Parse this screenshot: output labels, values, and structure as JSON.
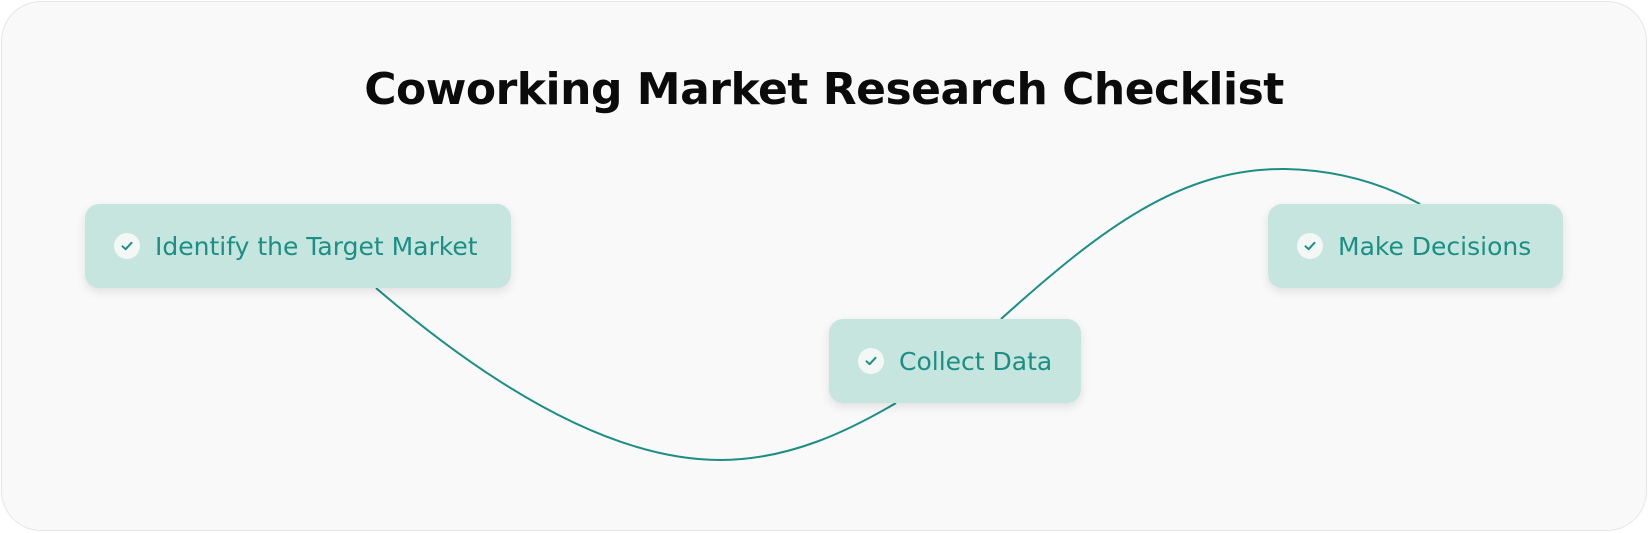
{
  "title": "Coworking Market Research Checklist",
  "colors": {
    "card_background": "#c6e5df",
    "accent": "#1b8f85",
    "connector": "#1b8f85",
    "canvas": "#f9f9f9"
  },
  "steps": [
    {
      "label": "Identify the Target Market",
      "icon": "check-icon"
    },
    {
      "label": "Collect Data",
      "icon": "check-icon"
    },
    {
      "label": "Make Decisions",
      "icon": "check-icon"
    }
  ]
}
